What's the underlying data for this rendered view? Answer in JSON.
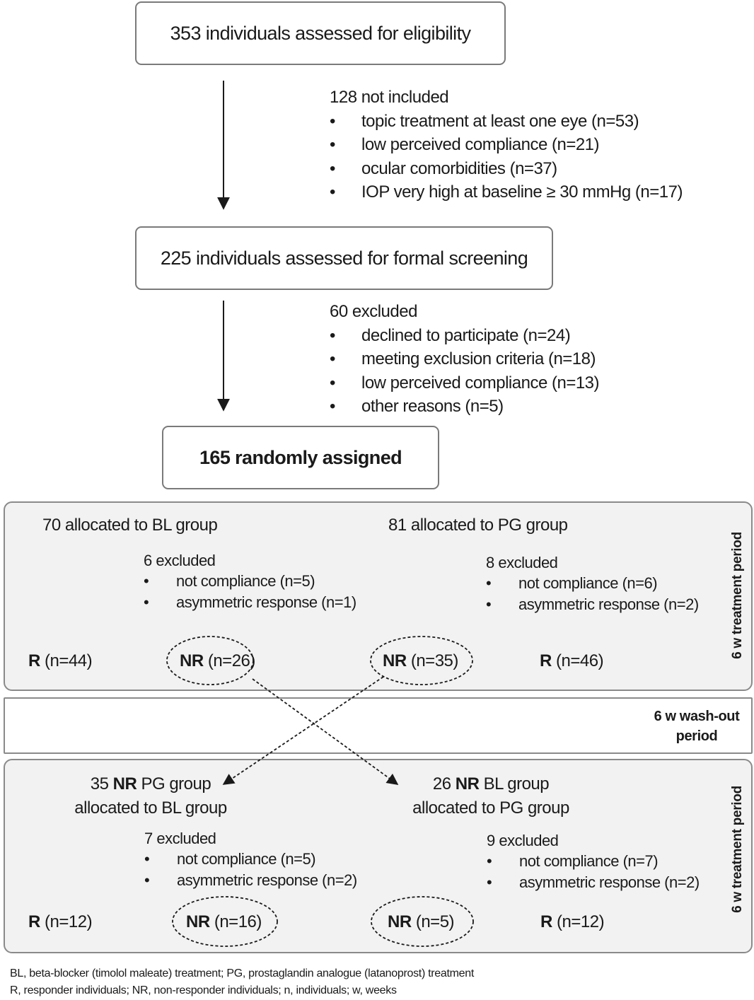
{
  "eligibility": {
    "text": "353 individuals assessed for eligibility"
  },
  "not_included": {
    "title": "128 not included",
    "items": [
      "topic treatment at least one eye (n=53)",
      "low perceived compliance (n=21)",
      "ocular comorbidities (n=37)",
      "IOP very high at baseline ≥ 30 mmHg (n=17)"
    ]
  },
  "screening": {
    "text": "225 individuals assessed for formal screening"
  },
  "excluded_screening": {
    "title": "60 excluded",
    "items": [
      "declined to participate (n=24)",
      "meeting exclusion criteria (n=18)",
      "low perceived compliance (n=13)",
      "other reasons (n=5)"
    ]
  },
  "randomized": {
    "text": "165 randomly assigned"
  },
  "bullet_glyph": "•",
  "period1": {
    "side_label": "6 w treatment period",
    "bl": {
      "title": "70 allocated to BL group",
      "excluded_title": "6 excluded",
      "excluded_items": [
        "not compliance (n=5)",
        "asymmetric response (n=1)"
      ],
      "r_prefix": "R",
      "r_count": " (n=44)",
      "nr_prefix": "NR",
      "nr_count": " (n=26)"
    },
    "pg": {
      "title": "81 allocated to PG group",
      "excluded_title": "8 excluded",
      "excluded_items": [
        "not compliance (n=6)",
        "asymmetric response (n=2)"
      ],
      "nr_prefix": "NR",
      "nr_count": " (n=35)",
      "r_prefix": "R",
      "r_count": " (n=46)"
    }
  },
  "washout": {
    "line1": "6 w wash-out",
    "line2": "period"
  },
  "period2": {
    "side_label": "6 w treatment period",
    "left": {
      "title_pre": "35 ",
      "title_bold": "NR",
      "title_post": " PG group",
      "title_line2": "allocated to BL group",
      "excluded_title": "7 excluded",
      "excluded_items": [
        "not compliance (n=5)",
        "asymmetric response (n=2)"
      ],
      "r_prefix": "R",
      "r_count": " (n=12)",
      "nr_prefix": "NR",
      "nr_count": " (n=16)"
    },
    "right": {
      "title_pre": "26 ",
      "title_bold": "NR",
      "title_post": " BL group",
      "title_line2": "allocated to PG group",
      "excluded_title": "9 excluded",
      "excluded_items": [
        "not compliance (n=7)",
        "asymmetric response (n=2)"
      ],
      "nr_prefix": "NR",
      "nr_count": " (n=5)",
      "r_prefix": "R",
      "r_count": " (n=12)"
    }
  },
  "footnotes": [
    "BL, beta-blocker (timolol maleate) treatment; PG, prostaglandin analogue (latanoprost) treatment",
    "R, responder individuals; NR, non-responder individuals; n, individuals; w, weeks"
  ]
}
